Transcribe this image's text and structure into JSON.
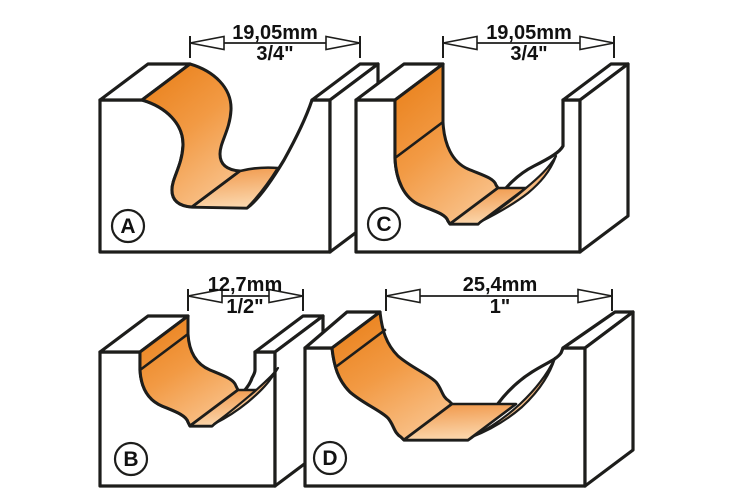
{
  "figure": {
    "title": "router-bit-groove-profiles",
    "background": "#ffffff",
    "outline_color": "#1d1d1b",
    "orange_dark": "#e87d15",
    "orange_mid": "#f29a44",
    "orange_light": "#fbd8af",
    "panels": [
      {
        "id": "A",
        "label": "A",
        "dim_mm": "19,05mm",
        "dim_in": "3/4\""
      },
      {
        "id": "C",
        "label": "C",
        "dim_mm": "19,05mm",
        "dim_in": "3/4\""
      },
      {
        "id": "B",
        "label": "B",
        "dim_mm": "12,7mm",
        "dim_in": "1/2\""
      },
      {
        "id": "D",
        "label": "D",
        "dim_mm": "25,4mm",
        "dim_in": "1\""
      }
    ]
  }
}
